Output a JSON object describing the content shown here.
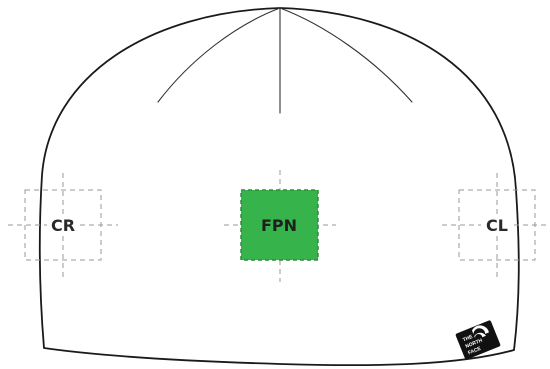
{
  "zones": {
    "left": {
      "label": "CR"
    },
    "center": {
      "label": "FPN",
      "fill": "#36b34a",
      "stroke": "#2b8f3c"
    },
    "right": {
      "label": "CL"
    }
  },
  "logo": {
    "line1": "THE",
    "line2": "NORTH",
    "line3": "FACE",
    "bg": "#111111"
  },
  "colors": {
    "outline": "#1a1a1a",
    "guide": "#9a9a9a"
  }
}
